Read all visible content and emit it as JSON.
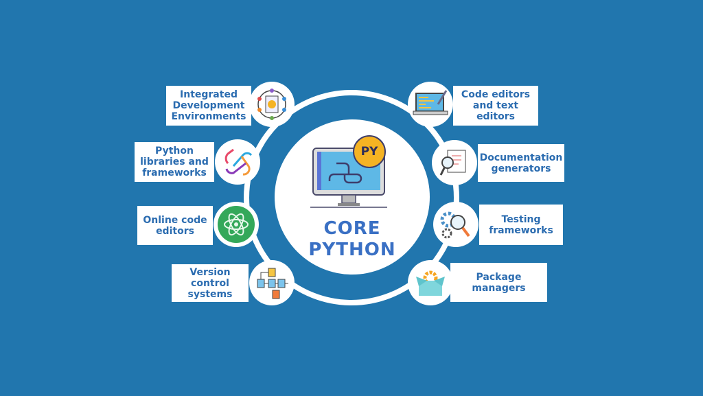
{
  "center": {
    "line1": "CORE",
    "line2": "PYTHON",
    "badge": "PY"
  },
  "left": [
    {
      "label": "Integrated Development Environments",
      "icon": "ide-gear-icon"
    },
    {
      "label": "Python libraries and frameworks",
      "icon": "libraries-loop-icon"
    },
    {
      "label": "Online code editors",
      "icon": "atom-icon"
    },
    {
      "label": "Version control systems",
      "icon": "file-flow-icon"
    }
  ],
  "right": [
    {
      "label": "Code editors and text editors",
      "icon": "laptop-code-icon"
    },
    {
      "label": "Documentation generators",
      "icon": "document-magnifier-icon"
    },
    {
      "label": "Testing frameworks",
      "icon": "magnifier-gear-icon"
    },
    {
      "label": "Package managers",
      "icon": "package-box-icon"
    }
  ],
  "colors": {
    "background": "#2176ae",
    "text": "#2b6cb0",
    "badge": "#f5b323"
  }
}
